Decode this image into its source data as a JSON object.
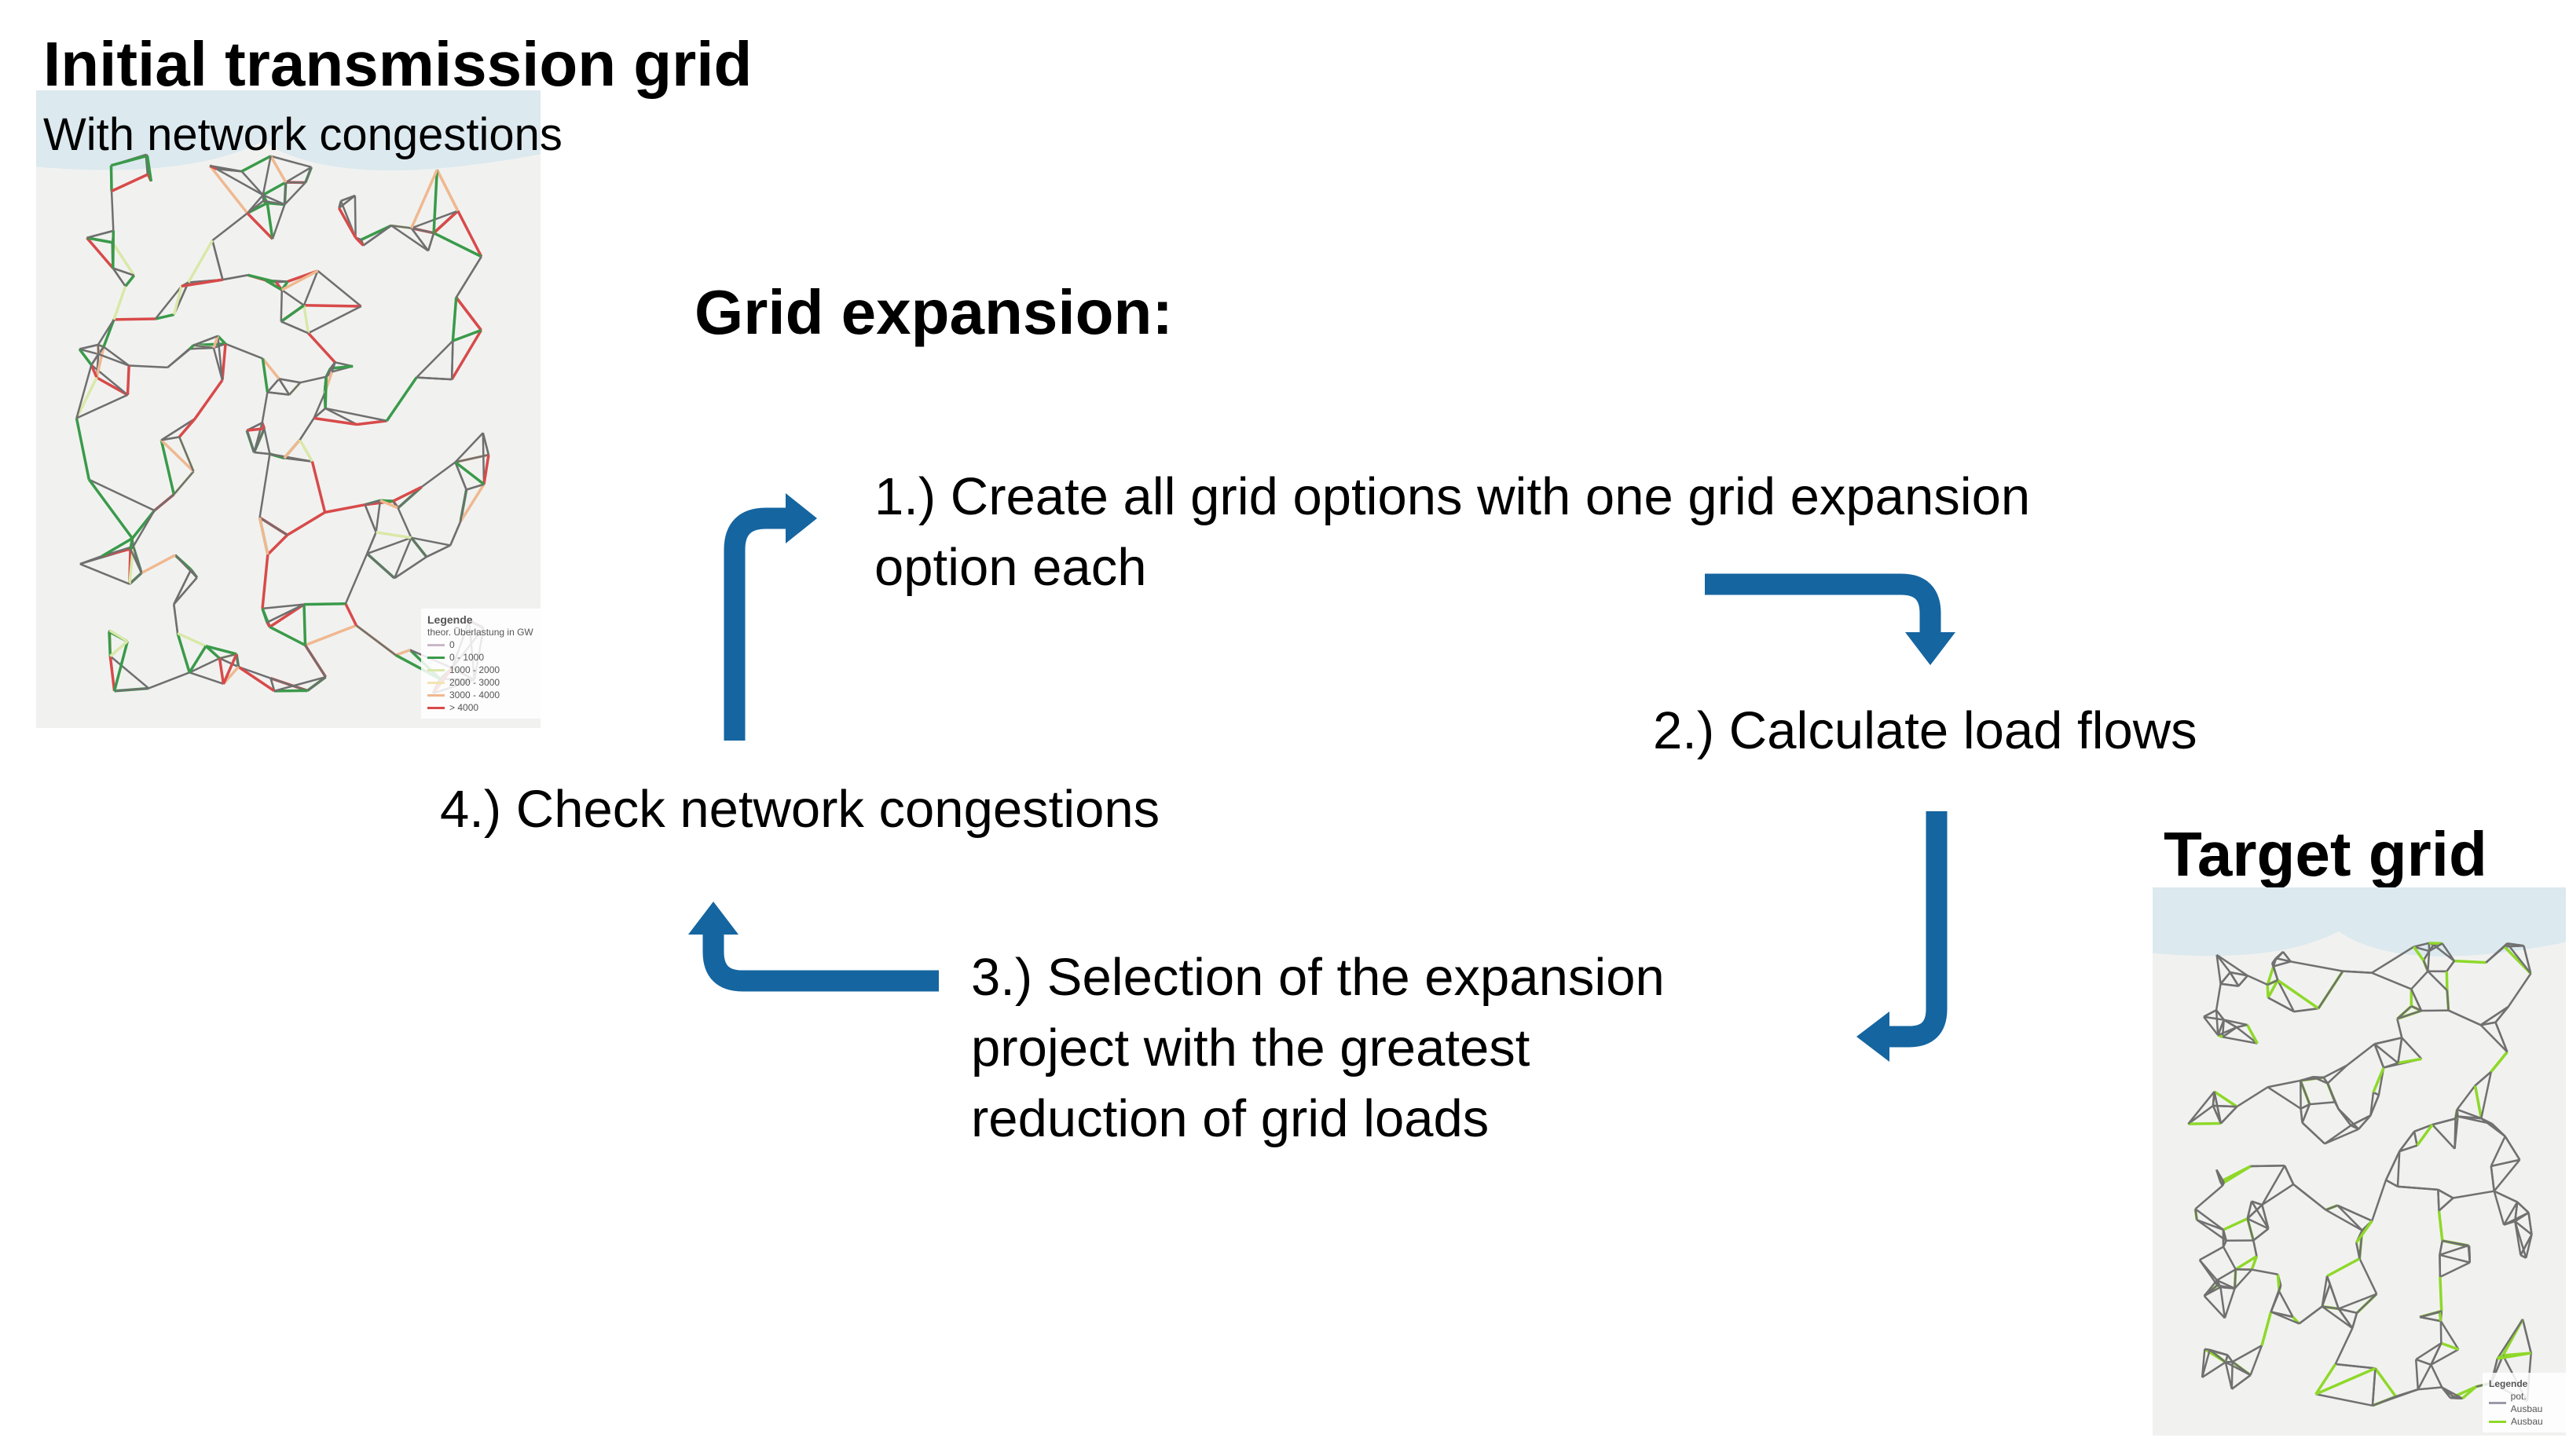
{
  "initial": {
    "title": "Initial transmission grid",
    "subtitle": "With network congestions",
    "legend": {
      "title": "Legende",
      "subtitle": "theor. Überlastung in GW",
      "items": [
        {
          "label": "0",
          "color": "#c9b8c9"
        },
        {
          "label": "0 - 1000",
          "color": "#3a9a4a"
        },
        {
          "label": "1000 - 2000",
          "color": "#d9e8a8"
        },
        {
          "label": "2000 - 3000",
          "color": "#f3e3b0"
        },
        {
          "label": "3000 - 4000",
          "color": "#f0b890"
        },
        {
          "label": "> 4000",
          "color": "#d84a4a"
        }
      ]
    }
  },
  "process": {
    "title": "Grid expansion:",
    "steps": [
      {
        "lines": [
          "1.) Create all grid options with one grid expansion",
          "option each"
        ]
      },
      {
        "lines": [
          "2.) Calculate load flows"
        ]
      },
      {
        "lines": [
          "3.) Selection of the expansion",
          "project with the greatest",
          "reduction of grid loads"
        ]
      },
      {
        "lines": [
          "4.) Check network congestions"
        ]
      }
    ],
    "arrow_color": "#1565a0"
  },
  "target": {
    "title": "Target grid",
    "legend": {
      "title": "Legende",
      "items": [
        {
          "label": "pot. Ausbau",
          "color": "#9a9aa8"
        },
        {
          "label": "Ausbau",
          "color": "#8fd82a"
        }
      ]
    }
  }
}
